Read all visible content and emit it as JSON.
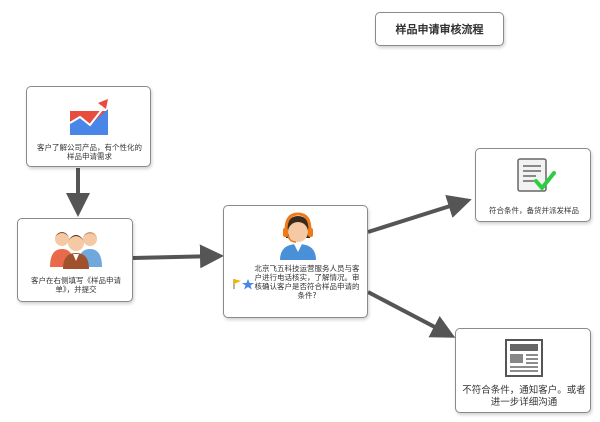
{
  "title": "样品申请审核流程",
  "nodes": {
    "customer_interest": {
      "text": "客户了解公司产品，有个性化的样品申请需求",
      "icon": "growth-chart-icon"
    },
    "customer_submit": {
      "text": "客户在右侧填写《样品申请单》，并提交",
      "icon": "customers-group-icon"
    },
    "staff_verify": {
      "text": "北京飞五科技运营服务人员与客户进行电话核实，了解情况。审核确认客户是否符合样品申请的条件?",
      "icon": "customer-service-agent-icon"
    },
    "approved": {
      "text": "符合条件，备货并派发样品",
      "icon": "document-checkmark-icon"
    },
    "rejected": {
      "text": "不符合条件，通知客户。或者进一步详细沟通",
      "icon": "newspaper-icon"
    }
  },
  "colors": {
    "arrow": "#555555",
    "border": "#8a8a8a",
    "chart_red": "#e84c3d",
    "chart_blue": "#4a86e8",
    "check_green": "#2ecc40",
    "headset_orange": "#f07a1a",
    "agent_blue": "#4a90d9"
  }
}
